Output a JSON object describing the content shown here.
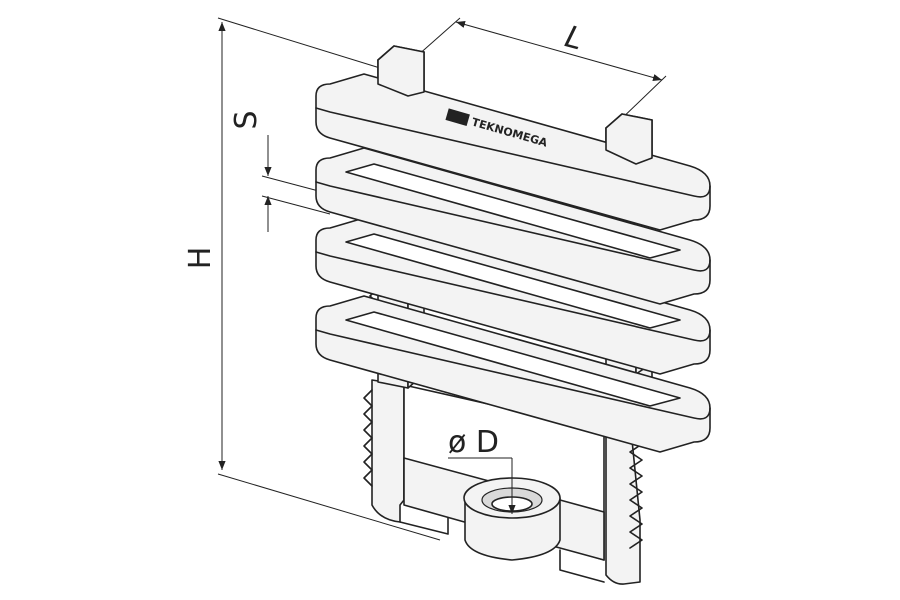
{
  "dimensions": {
    "length": "L",
    "height": "H",
    "thickness": "S",
    "diameter": "ø D"
  },
  "brand": {
    "logo_text": "TEKNOMEGA"
  }
}
